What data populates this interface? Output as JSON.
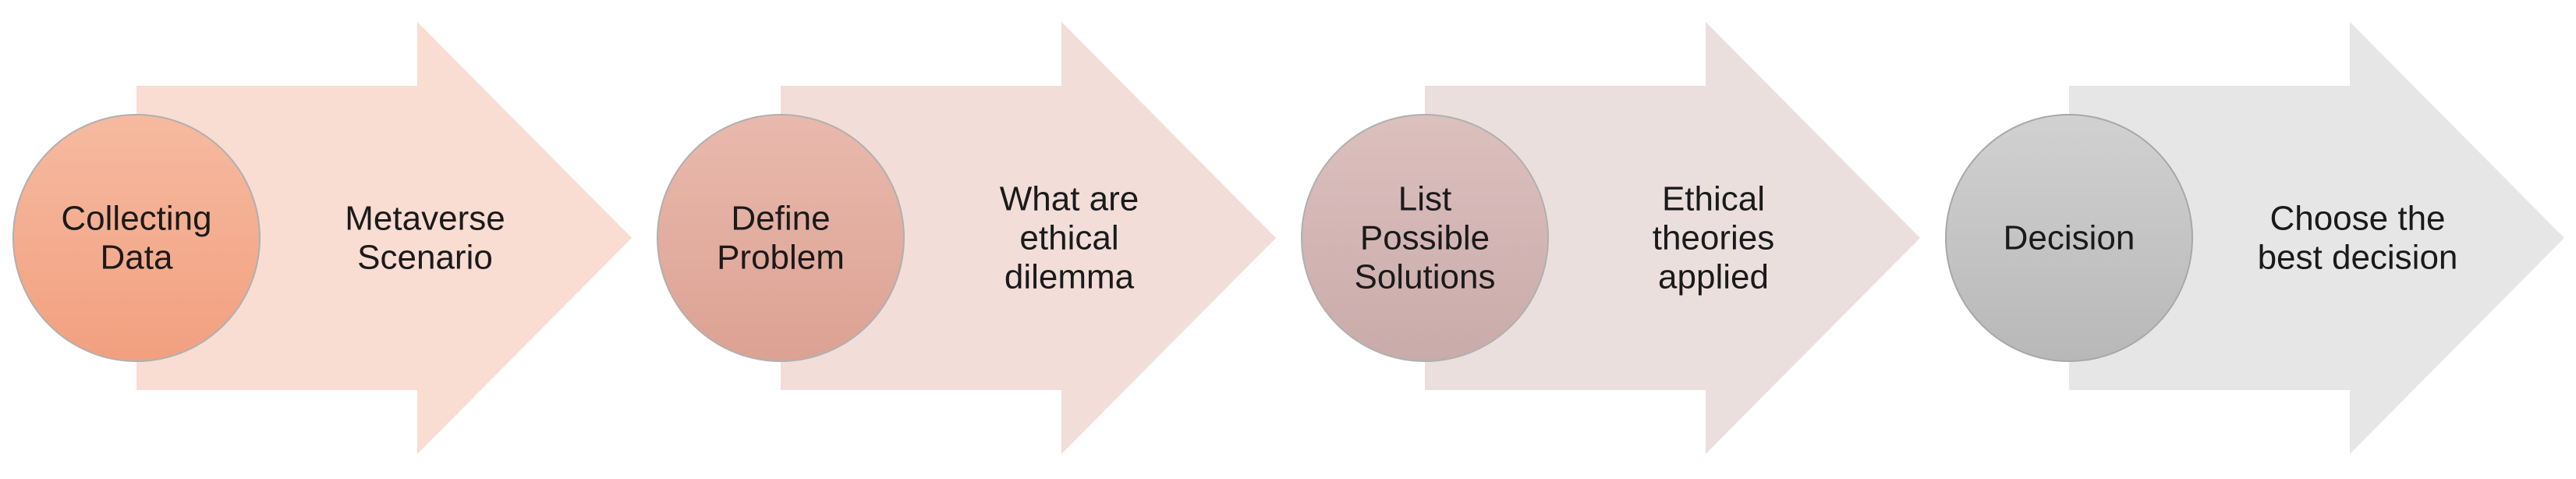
{
  "steps": [
    {
      "title_lines": [
        "Collecting",
        "Data"
      ],
      "description_lines": [
        "Metaverse",
        "Scenario"
      ],
      "colors": {
        "arrow": "#f9dcd2",
        "circle_top": "#f6baa0",
        "circle_bottom": "#f2a07f",
        "circle_stroke": "#b0b0b0"
      }
    },
    {
      "title_lines": [
        "Define",
        "Problem"
      ],
      "description_lines": [
        "What are",
        "ethical",
        "dilemma"
      ],
      "colors": {
        "arrow": "#f2ddd8",
        "circle_top": "#e9b9ad",
        "circle_bottom": "#dca293",
        "circle_stroke": "#b0b0b0"
      }
    },
    {
      "title_lines": [
        "List",
        "Possible",
        "Solutions"
      ],
      "description_lines": [
        "Ethical",
        "theories",
        "applied"
      ],
      "colors": {
        "arrow": "#ebdfde",
        "circle_top": "#dcc0be",
        "circle_bottom": "#c9abaa",
        "circle_stroke": "#b0b0b0"
      }
    },
    {
      "title_lines": [
        "Decision"
      ],
      "description_lines": [
        "Choose the",
        "best decision"
      ],
      "colors": {
        "arrow": "#e6e6e6",
        "circle_top": "#d1d1d1",
        "circle_bottom": "#b8b8b8",
        "circle_stroke": "#a8a8a8"
      }
    }
  ]
}
